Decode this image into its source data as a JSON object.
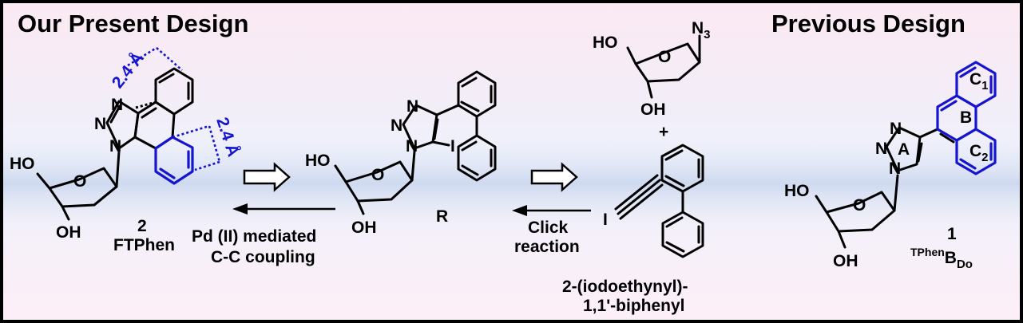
{
  "headings": {
    "present": "Our Present Design",
    "previous": "Previous Design"
  },
  "compound_2": {
    "number": "2",
    "name": "FTPhen",
    "distance_1": "2.4 Å",
    "distance_2": "2.4 Å"
  },
  "compound_r": {
    "label": "R"
  },
  "compound_1": {
    "number": "1",
    "name_superscript": "TPhen",
    "name_main": "B",
    "name_subscript": "Do",
    "ring_a": "A",
    "ring_b": "B",
    "ring_c1": "C",
    "ring_c1_sub": "1",
    "ring_c2": "C",
    "ring_c2_sub": "2"
  },
  "reagent": {
    "name_line1": "2-(iodoethynyl)-",
    "name_line2": "1,1'-biphenyl"
  },
  "steps": {
    "coupling_line1": "Pd (II) mediated",
    "coupling_line2": "C-C coupling",
    "click_line1": "Click",
    "click_line2": "reaction"
  },
  "plus": "+",
  "atoms": {
    "HO": "HO",
    "OH": "OH",
    "O": "O",
    "N": "N",
    "I": "I",
    "N3_main": "N",
    "N3_sub": "3"
  },
  "colors": {
    "highlight": "#1515d0",
    "divider": [
      "#ff2a2a",
      "#ff9900",
      "#ffee00",
      "#33cc33",
      "#2aa8ff",
      "#5555ff",
      "#bb44ff"
    ]
  }
}
